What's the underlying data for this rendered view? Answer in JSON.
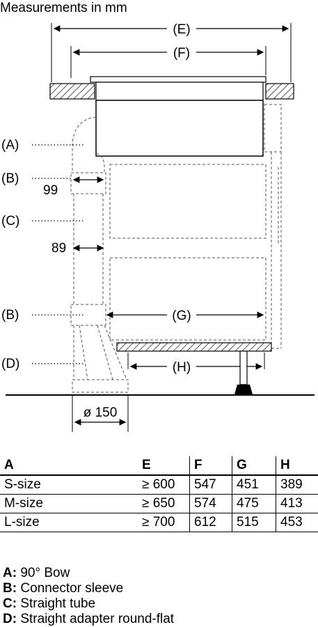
{
  "diagram": {
    "title": "Measurements in mm",
    "dims": {
      "E": "(E)",
      "F": "(F)",
      "G": "(G)",
      "H": "(H)"
    },
    "values": {
      "v99": "99",
      "v89": "89",
      "diameter": "ø 150"
    },
    "callouts": {
      "A": "(A)",
      "B1": "(B)",
      "C": "(C)",
      "B2": "(B)",
      "D": "(D)"
    }
  },
  "table": {
    "headers": [
      "A",
      "E",
      "F",
      "G",
      "H"
    ],
    "rows": [
      [
        "S-size",
        "≥ 600",
        "547",
        "451",
        "389"
      ],
      [
        "M-size",
        "≥ 650",
        "574",
        "475",
        "413"
      ],
      [
        "L-size",
        "≥ 700",
        "612",
        "515",
        "453"
      ]
    ]
  },
  "legend": [
    {
      "code": "A:",
      "text": " 90° Bow"
    },
    {
      "code": "B:",
      "text": " Connector sleeve"
    },
    {
      "code": "C:",
      "text": " Straight tube"
    },
    {
      "code": "D:",
      "text": " Straight adapter round-flat"
    }
  ]
}
